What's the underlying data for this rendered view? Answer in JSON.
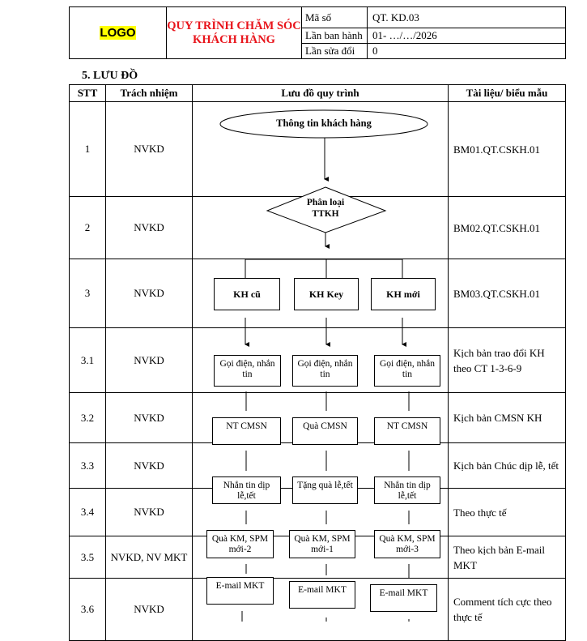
{
  "header": {
    "logo": "LOGO",
    "title_line1": "QUY TRÌNH CHĂM SÓC",
    "title_line2": "KHÁCH HÀNG",
    "meta": [
      {
        "label": "Mã số",
        "value": "QT. KD.03"
      },
      {
        "label": "Lần ban hành",
        "value": "01- …/…/2026"
      },
      {
        "label": "Lần sửa đổi",
        "value": "0"
      }
    ]
  },
  "section_title": "5. LƯU ĐỒ",
  "table": {
    "headers": [
      "STT",
      "Trách nhiệm",
      "Lưu đồ quy trình",
      "Tài liệu/ biểu mẫu"
    ],
    "rows": [
      {
        "stt": "1",
        "resp": "NVKD",
        "doc": "BM01.QT.CSKH.01"
      },
      {
        "stt": "2",
        "resp": "NVKD",
        "doc": "BM02.QT.CSKH.01"
      },
      {
        "stt": "3",
        "resp": "NVKD",
        "doc": "BM03.QT.CSKH.01"
      },
      {
        "stt": "3.1",
        "resp": "NVKD",
        "doc": "Kịch bản trao đổi KH theo CT 1-3-6-9"
      },
      {
        "stt": "3.2",
        "resp": "NVKD",
        "doc": "Kịch bản CMSN KH"
      },
      {
        "stt": "3.3",
        "resp": "NVKD",
        "doc": "Kịch bản Chúc dịp lễ, tết"
      },
      {
        "stt": "3.4",
        "resp": "NVKD",
        "doc": "Theo thực tế"
      },
      {
        "stt": "3.5",
        "resp": "NVKD, NV MKT",
        "doc": "Theo kịch bản E-mail MKT"
      },
      {
        "stt": "3.6",
        "resp": "NVKD",
        "doc": "Comment tích cực theo thực tế"
      }
    ]
  },
  "flow": {
    "start": "Thông tin khách hàng",
    "decision": "Phân loại TTKH",
    "groups": [
      "KH cũ",
      "KH Key",
      "KH mới"
    ],
    "step_call": [
      "Gọi điện, nhắn tin",
      "Gọi điện, nhắn tin",
      "Gọi điện, nhắn tin"
    ],
    "step_bday": [
      "NT CMSN",
      "Quà CMSN",
      "NT CMSN"
    ],
    "step_holiday": [
      "Nhắn tin dịp lễ,tết",
      "Tặng quà lễ,tết",
      "Nhắn tin dịp lễ,tết"
    ],
    "step_promo": [
      "Quà KM, SPM mới-2",
      "Quà KM, SPM mới-1",
      "Quà KM, SPM mới-3"
    ],
    "step_email": [
      "E-mail MKT",
      "E-mail MKT",
      "E-mail MKT"
    ]
  },
  "colors": {
    "title": "#e8141b",
    "logo_highlight": "#ffff00"
  }
}
